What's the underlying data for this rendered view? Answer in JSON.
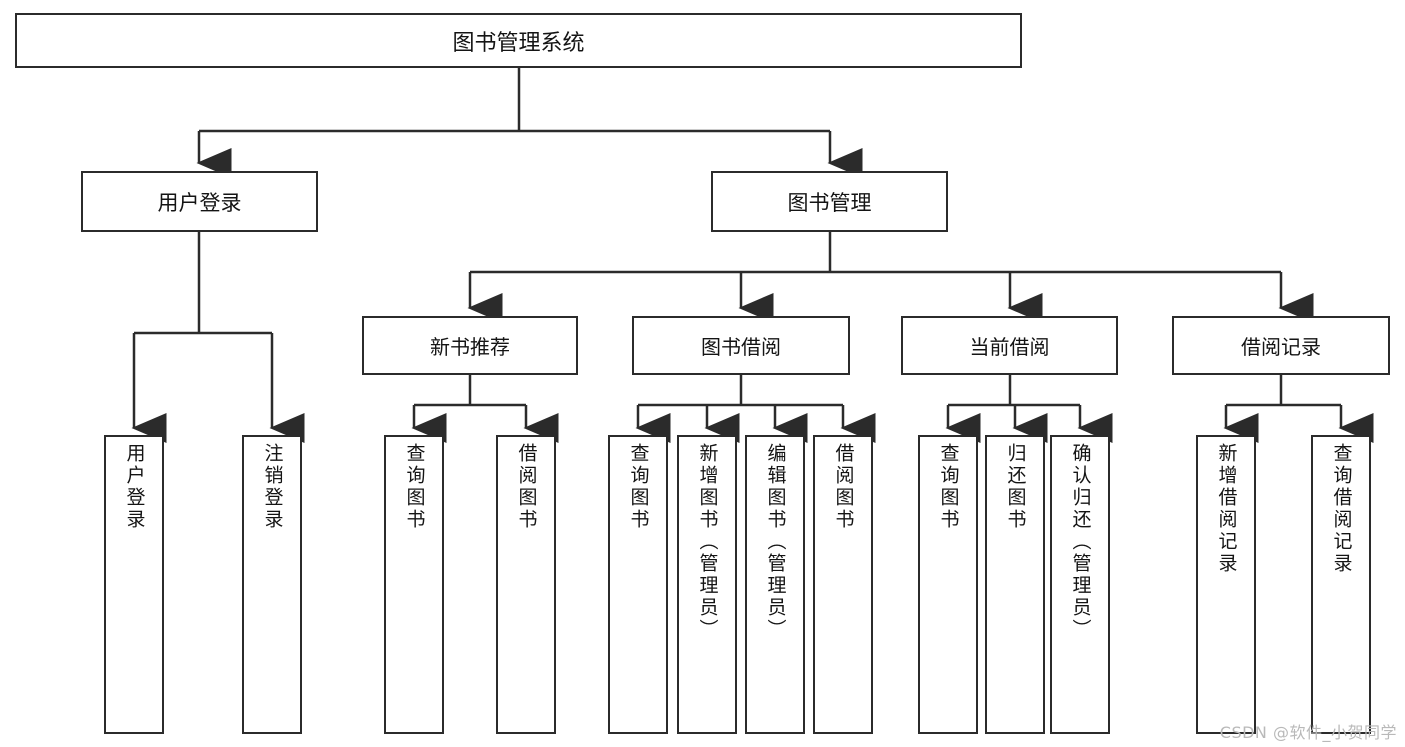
{
  "diagram": {
    "title": "图书管理系统",
    "root": {
      "label": "图书管理系统"
    },
    "level2": [
      {
        "label": "用户登录"
      },
      {
        "label": "图书管理"
      }
    ],
    "level3": [
      {
        "label": "新书推荐"
      },
      {
        "label": "图书借阅"
      },
      {
        "label": "当前借阅"
      },
      {
        "label": "借阅记录"
      }
    ],
    "leaves": {
      "user_login": [
        {
          "label": "用户登录"
        },
        {
          "label": "注销登录"
        }
      ],
      "new_book_recommend": [
        {
          "label": "查询图书"
        },
        {
          "label": "借阅图书"
        }
      ],
      "book_borrow": [
        {
          "label": "查询图书"
        },
        {
          "label": "新增图书（管理员）"
        },
        {
          "label": "编辑图书（管理员）"
        },
        {
          "label": "借阅图书"
        }
      ],
      "current_borrow": [
        {
          "label": "查询图书"
        },
        {
          "label": "归还图书"
        },
        {
          "label": "确认归还（管理员）"
        }
      ],
      "borrow_records": [
        {
          "label": "新增借阅记录"
        },
        {
          "label": "查询借阅记录"
        }
      ]
    }
  },
  "watermark": {
    "text": "CSDN @软件_小贺同学"
  },
  "colors": {
    "stroke": "#2b2b2b",
    "background": "#ffffff",
    "text": "#141414",
    "watermark": "#b9b9b9"
  }
}
